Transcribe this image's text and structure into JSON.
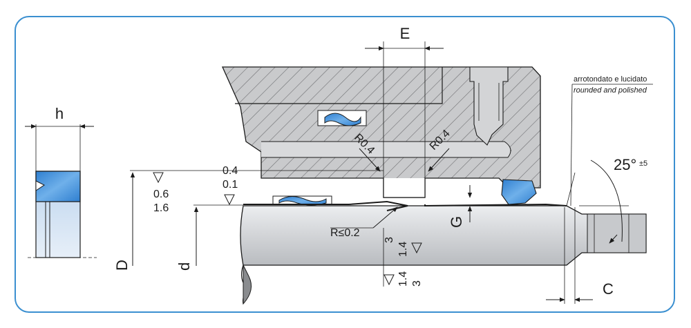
{
  "labels": {
    "h": "h",
    "E": "E",
    "D": "D",
    "d": "d",
    "G": "G",
    "C": "C",
    "R04_left": "R0.4",
    "R04_right": "R0.4",
    "R02": "R≤0.2",
    "roughness_top_1": "0.4",
    "roughness_top_2": "0.1",
    "roughness_mid_1": "0.6",
    "roughness_mid_2": "1.6",
    "roughness_rod_1": "3",
    "roughness_rod_2": "1.4",
    "roughness_bot_1": "1.4",
    "roughness_bot_2": "3",
    "angle": "25°",
    "angle_tol": "±5",
    "note_it": "arrotondato e lucidato",
    "note_en": "rounded and polished"
  },
  "colors": {
    "frame": "#3a8fd0",
    "housing": "#c9cacc",
    "rod": "#d4d6d9",
    "seal": "#3d8fd6",
    "hatch": "#6e6f72"
  },
  "icons": {
    "roughness": "roughness-triangle-icon"
  }
}
